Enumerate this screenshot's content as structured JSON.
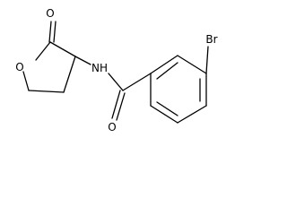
{
  "molecule": {
    "atoms": {
      "carbonyl_oxygen_lactone": "O",
      "ring_oxygen": "O",
      "amide_nitrogen": "NH",
      "amide_oxygen": "O",
      "bromine": "Br"
    },
    "colors": {
      "bond": "#000000",
      "label": "#000000",
      "background": "#ffffff"
    }
  }
}
